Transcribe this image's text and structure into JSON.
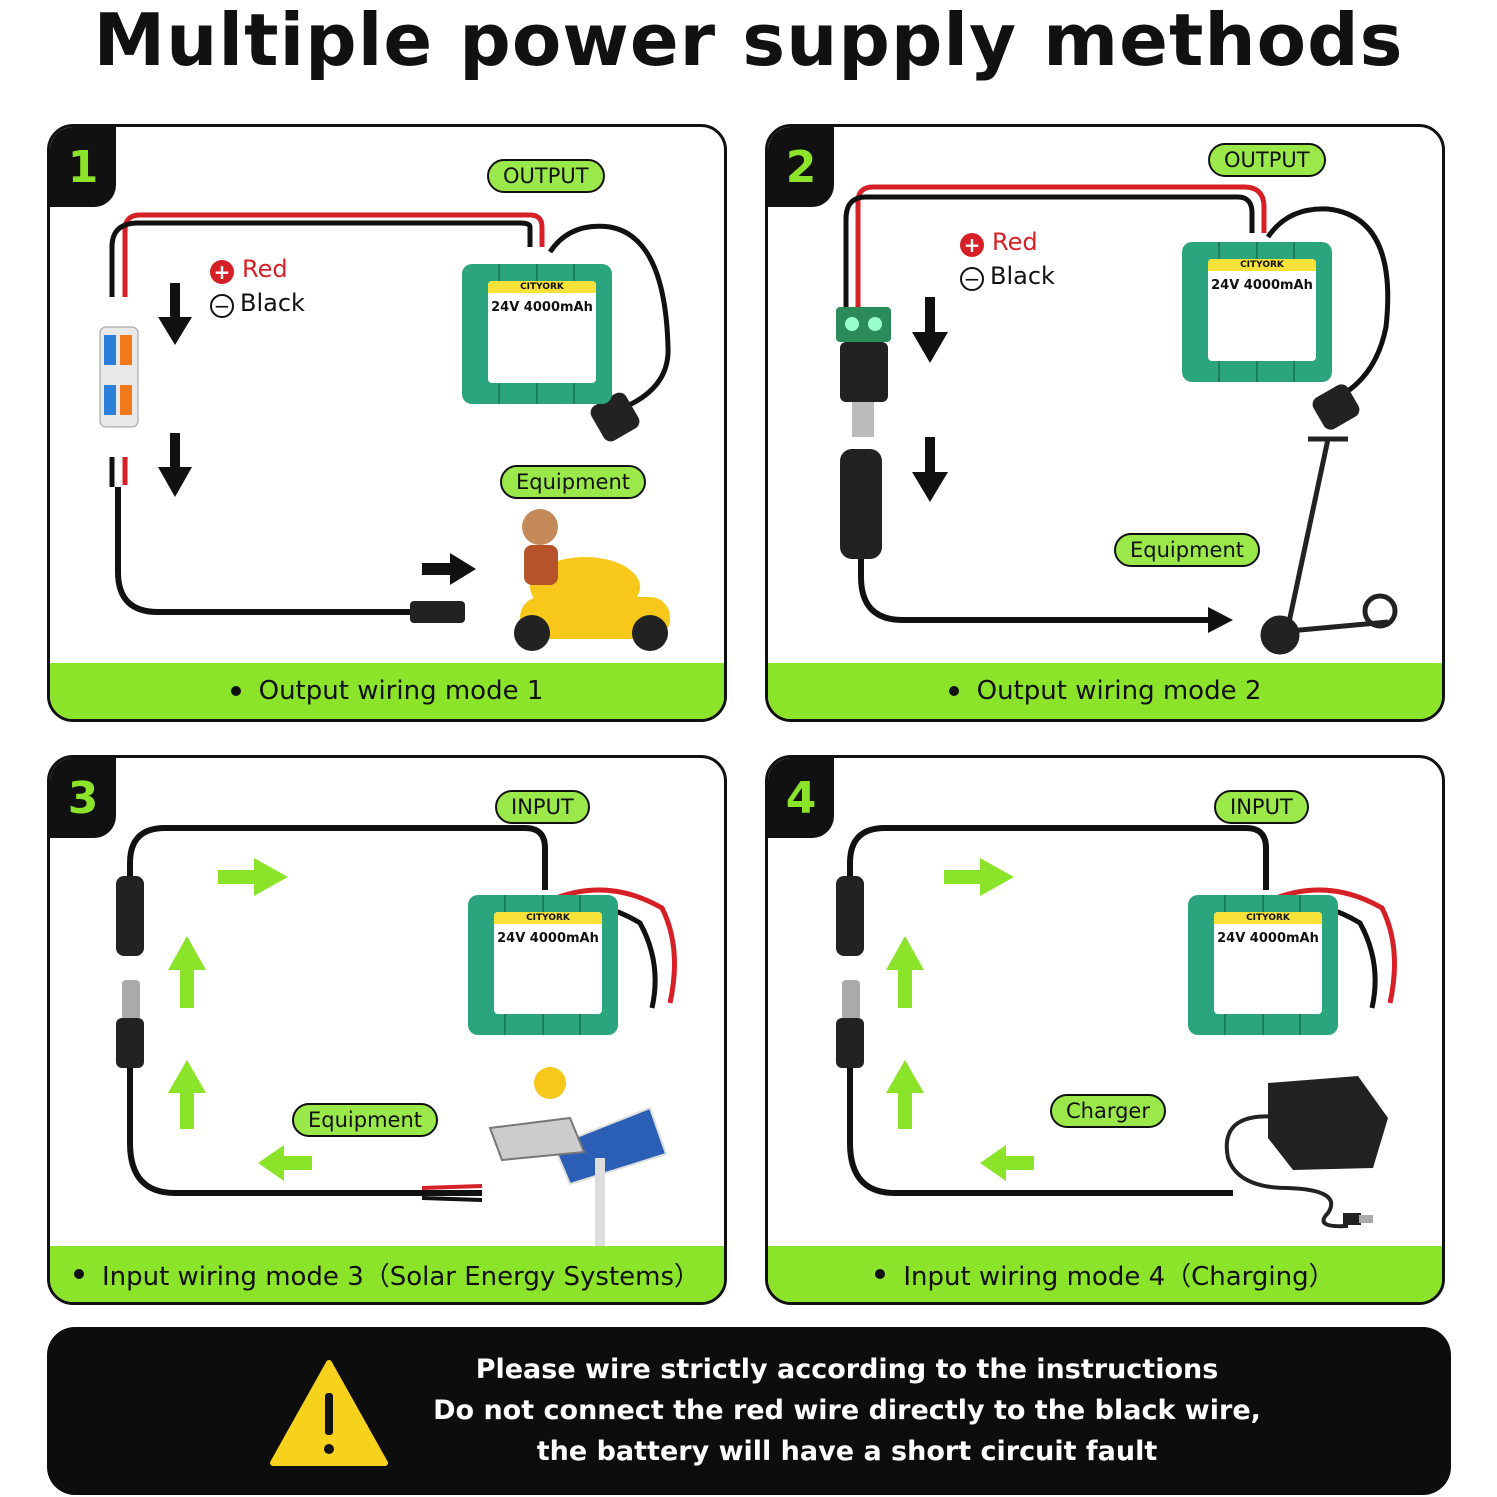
{
  "title": "Multiple power supply methods",
  "brand": "CITYORK",
  "battery_spec": "24V 4000mAh",
  "colors": {
    "accent": "#8be32a",
    "red_wire": "#d61f26",
    "black": "#111111",
    "battery": "#2aa57d",
    "warning_yellow": "#f7d21c"
  },
  "legend": {
    "red": "Red",
    "black": "Black"
  },
  "panels": [
    {
      "number": "1",
      "tag": "OUTPUT",
      "equipment_label": "Equipment",
      "caption": "Output wiring mode 1",
      "equipment_icon": "ride-on-car"
    },
    {
      "number": "2",
      "tag": "OUTPUT",
      "equipment_label": "Equipment",
      "caption": "Output wiring mode 2",
      "equipment_icon": "electric-scooter"
    },
    {
      "number": "3",
      "tag": "INPUT",
      "equipment_label": "Equipment",
      "caption": "Input wiring mode 3（Solar Energy Systems）",
      "equipment_icon": "solar-street-light"
    },
    {
      "number": "4",
      "tag": "INPUT",
      "equipment_label": "Charger",
      "caption": "Input wiring mode 4（Charging）",
      "equipment_icon": "wall-charger"
    }
  ],
  "warning": {
    "icon": "warning-triangle-icon",
    "lines": [
      "Please wire strictly according to the instructions",
      "Do not connect the red wire directly to the black wire,",
      "the battery will have a short circuit fault"
    ]
  }
}
